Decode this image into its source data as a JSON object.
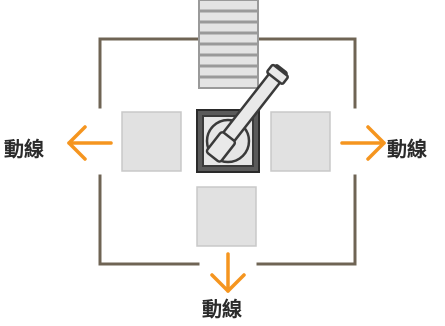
{
  "labels": {
    "left": "動線",
    "right": "動線",
    "bottom": "動線"
  },
  "colors": {
    "wall": "#6f6454",
    "arrow": "#f5951f",
    "square_fill": "#e1e1e1",
    "square_stroke": "#c8c8c8",
    "stair_fill": "#e4e4e4",
    "stair_line": "#9a9a9a",
    "machine_frame": "#3a3a3a",
    "machine_fill": "#e6e6e6",
    "label_text": "#2b2b2b"
  },
  "icons": [
    "staircase",
    "lever-machine",
    "arrow-left",
    "arrow-right",
    "arrow-down"
  ]
}
